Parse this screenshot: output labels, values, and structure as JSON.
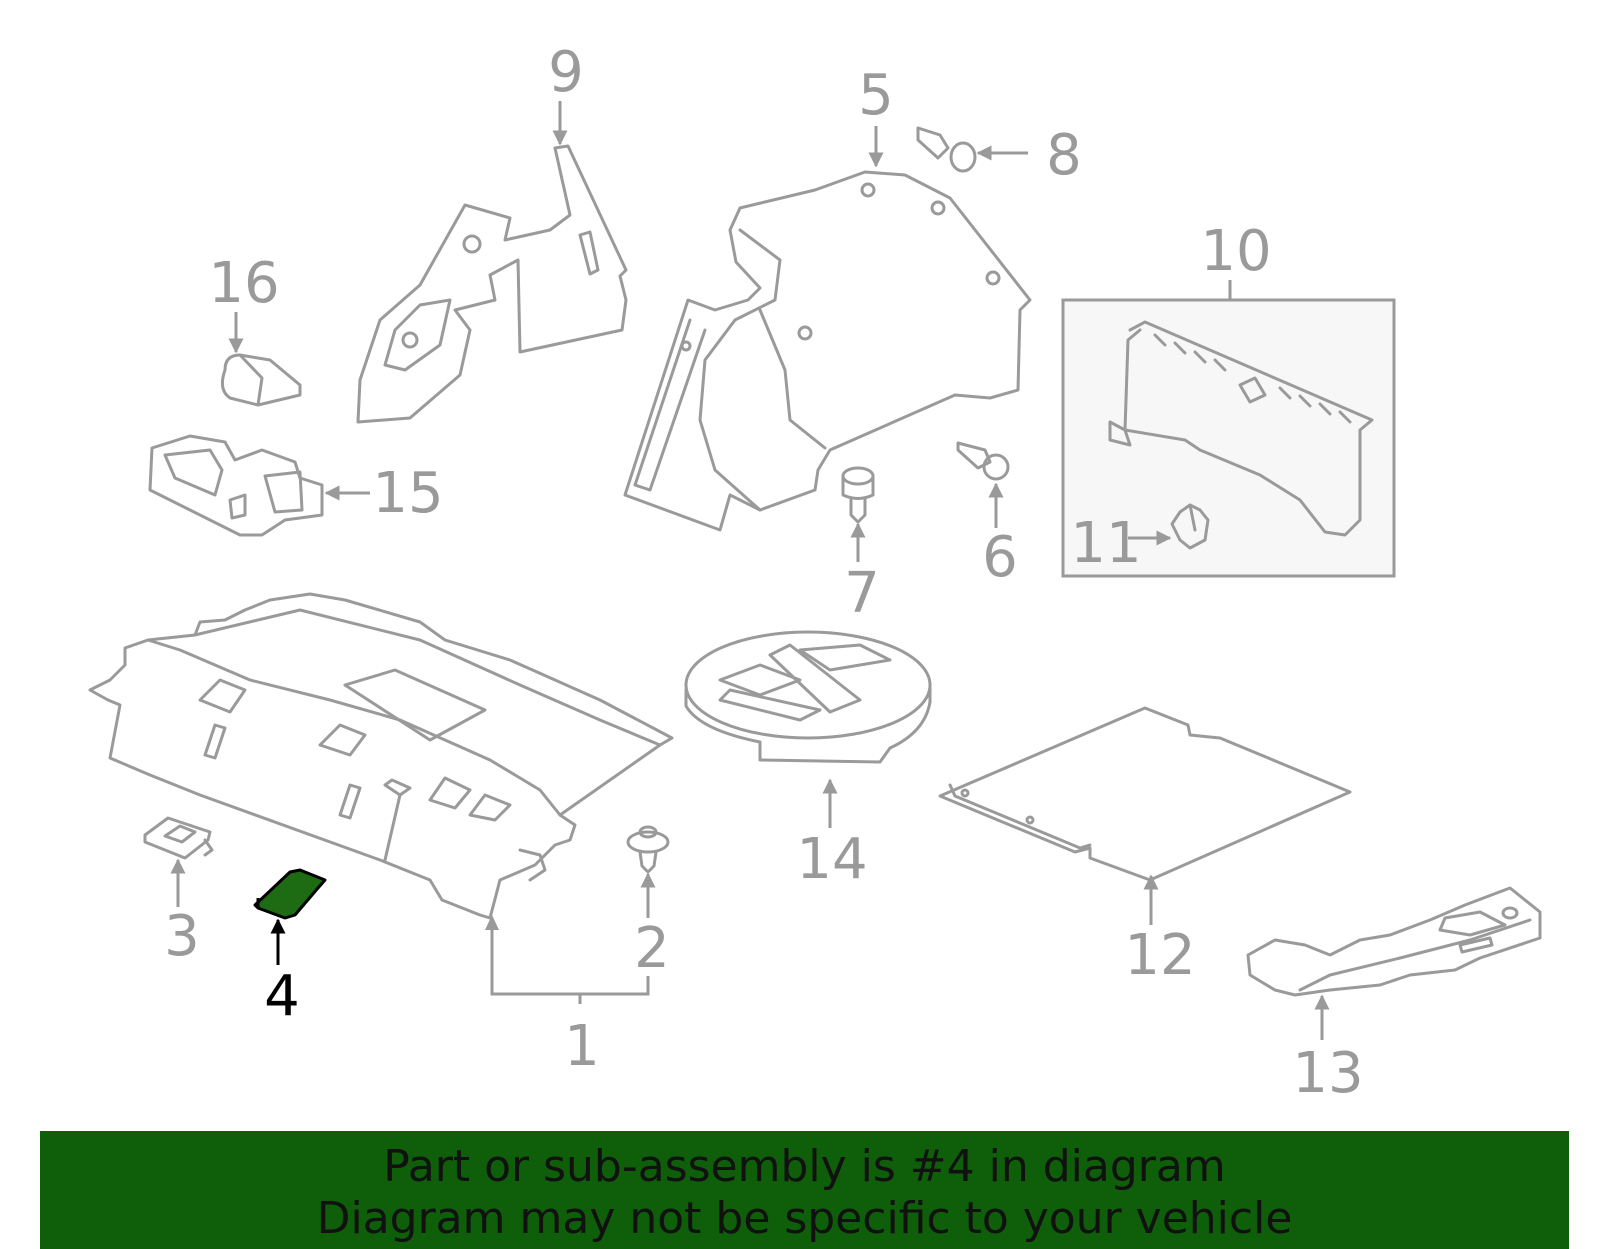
{
  "colors": {
    "line": "#9a9a9a",
    "highlight_fill": "#1d6b12",
    "banner": "#0e5e0a",
    "banner_text": "#111111"
  },
  "callouts": [
    "1",
    "2",
    "3",
    "4",
    "5",
    "6",
    "7",
    "8",
    "9",
    "10",
    "11",
    "12",
    "13",
    "14",
    "15",
    "16"
  ],
  "highlighted_part": "4",
  "banner": {
    "line1": "Part or sub-assembly is #4 in diagram",
    "line2": "Diagram may not be specific to your vehicle"
  }
}
